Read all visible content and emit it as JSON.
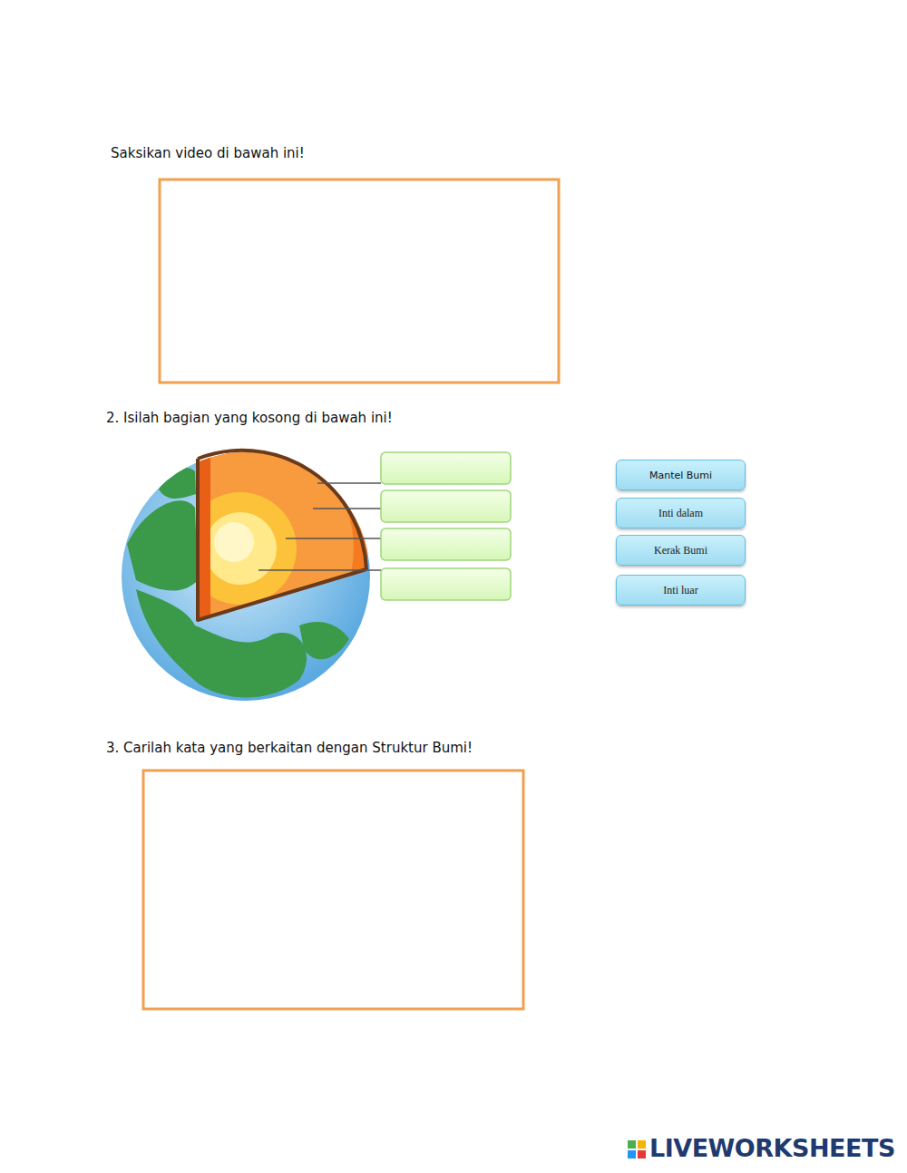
{
  "diagram": {
    "nodes": [
      {
        "text": [
          "Mantel Bumi"
        ]
      },
      {
        "text": [
          "Inti dalam"
        ]
      },
      {
        "text": [
          "Kerak Bumi"
        ]
      },
      {
        "text": [
          "Inti luar"
        ]
      }
    ],
    "labels": [
      "Saksikan video di bawah ini!",
      "2. Isilah bagian yang kosong di bawah ini!",
      "3. Carilah kata yang berkaitan dengan Struktur Bumi!",
      "LIVEWORKSHEETS"
    ]
  }
}
